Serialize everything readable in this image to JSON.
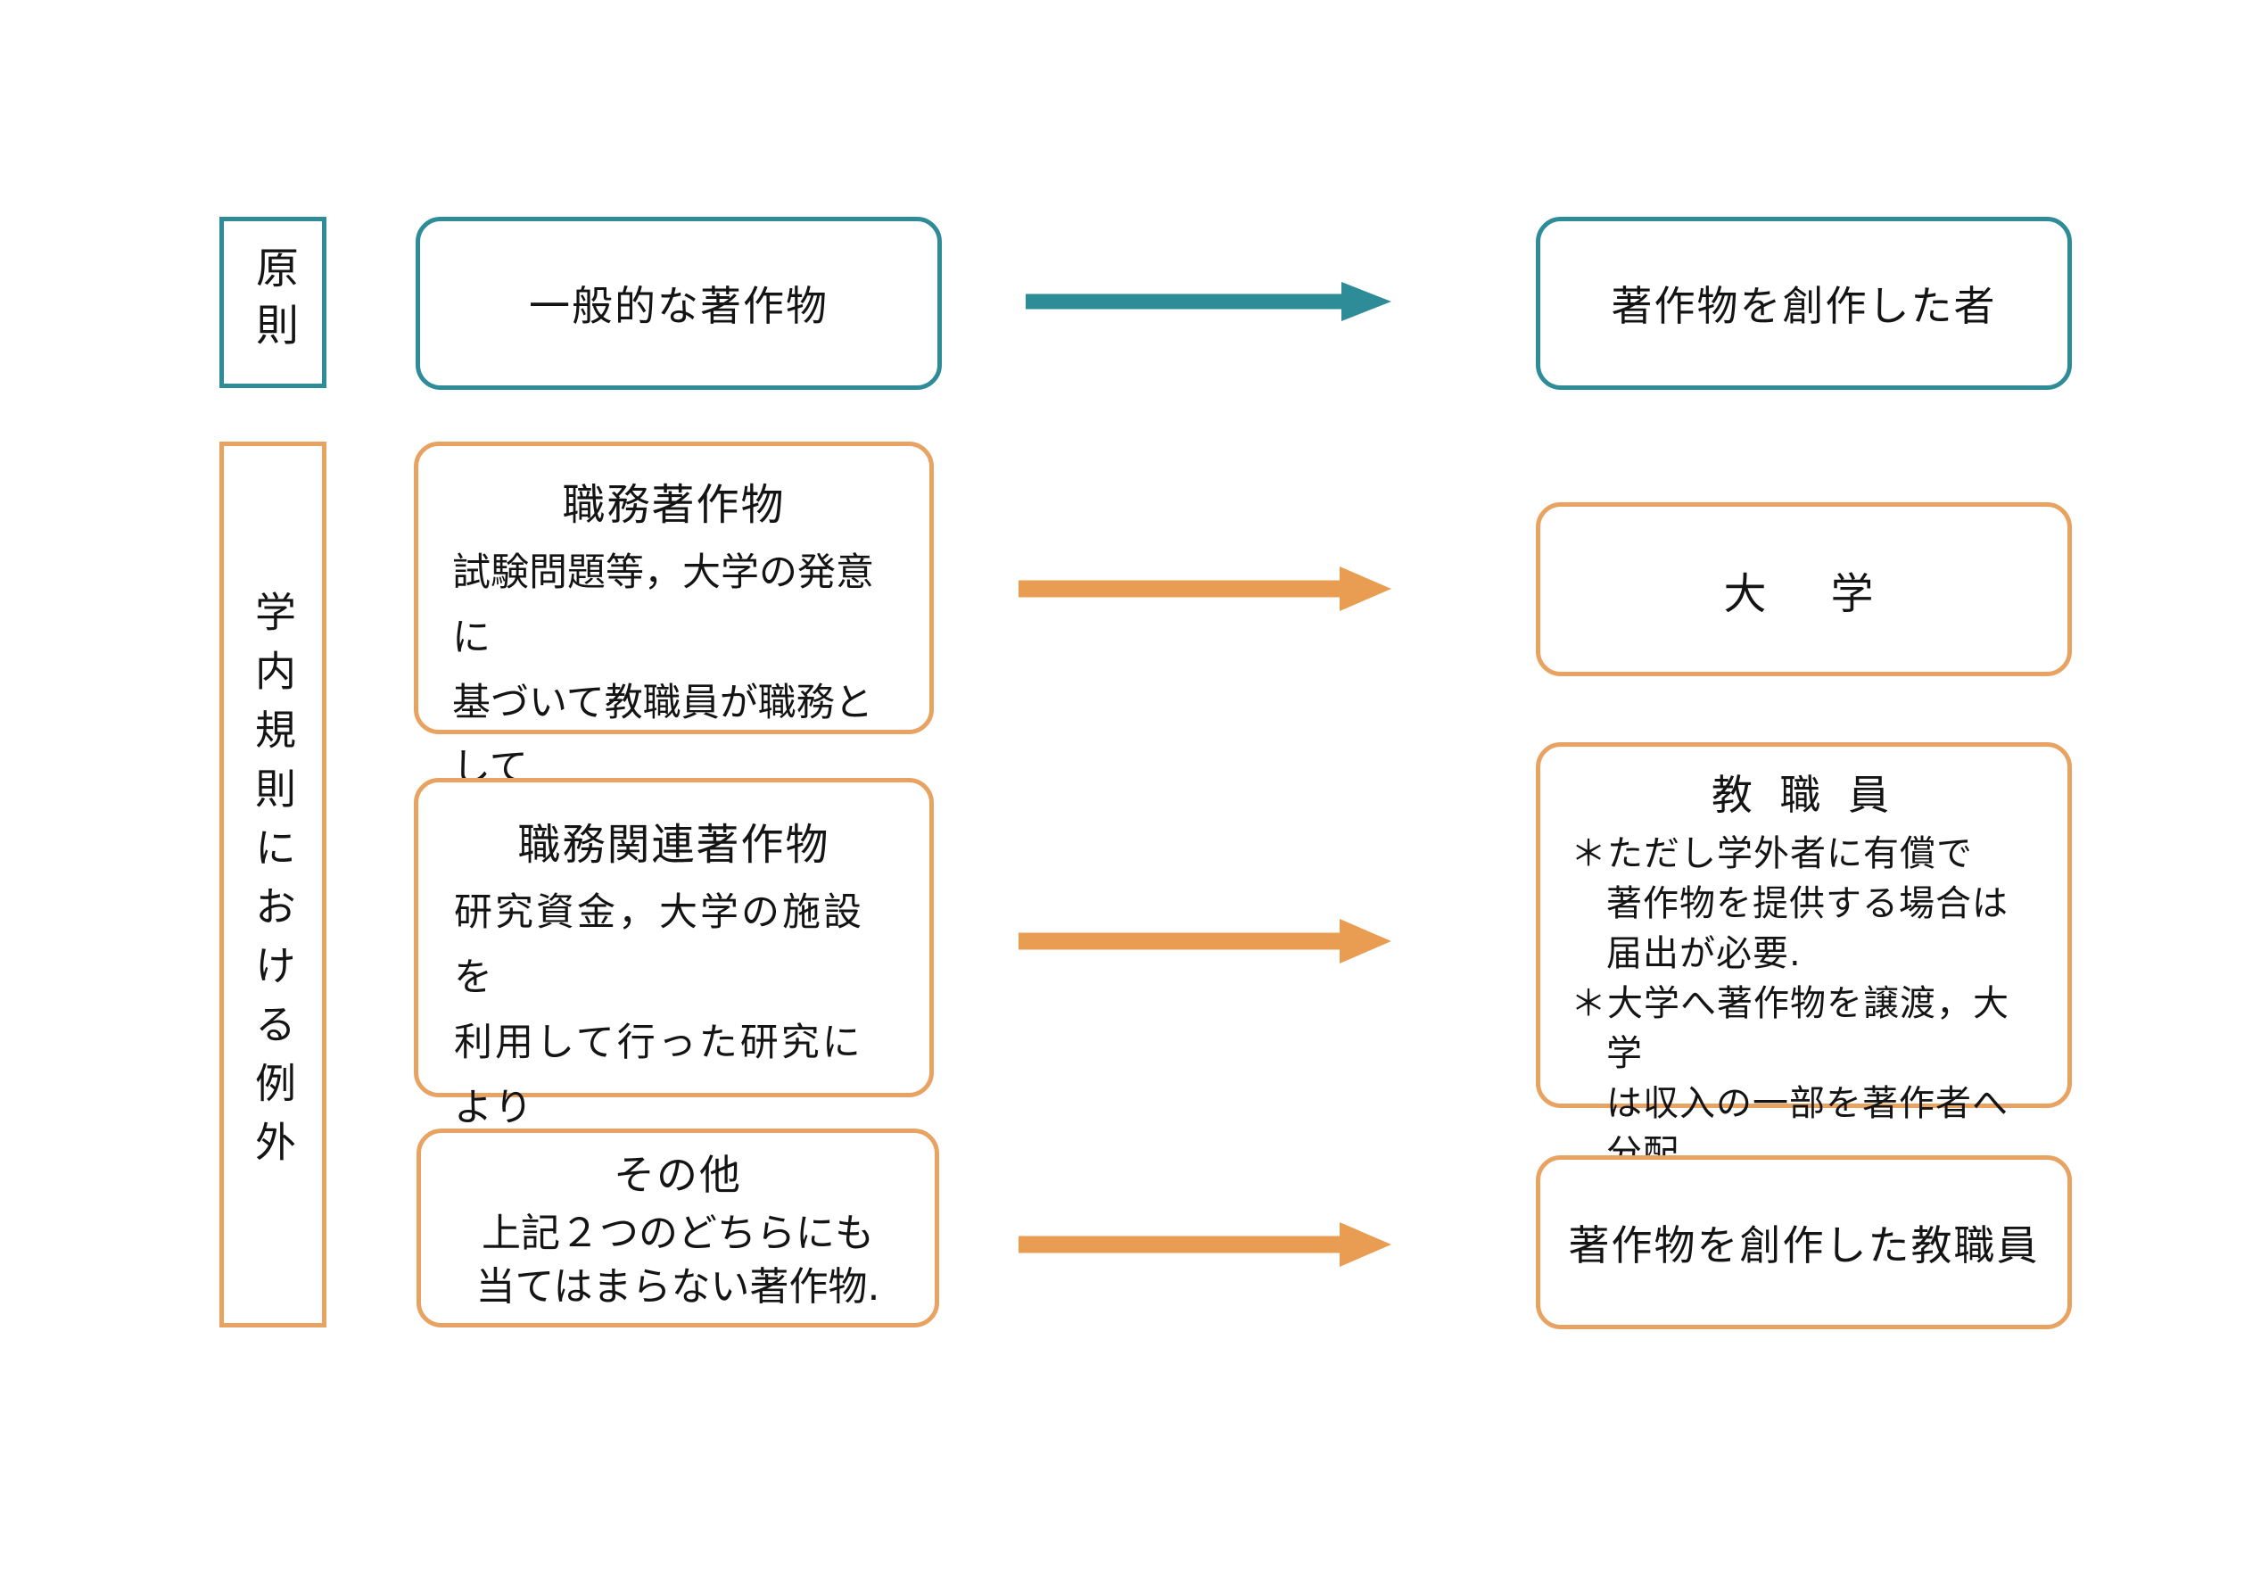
{
  "colors": {
    "teal": "#2E8B98",
    "orange_border": "#E8A261",
    "orange_arrow": "#E99D53",
    "text": "#141414",
    "background": "#FFFFFF"
  },
  "principle": {
    "label": "原則",
    "source": "一般的な著作物",
    "target": "著作物を創作した者"
  },
  "exception": {
    "label": "学内規則における例外",
    "rows": [
      {
        "title": "職務著作物",
        "body": "試験問題等，大学の発意に\n基づいて教職員が職務として\n作成する著作物.",
        "target": "大　学"
      },
      {
        "title": "職務関連著作物",
        "body": "研究資金，大学の施設を\n利用して行った研究により\n教職員が作成する著作物.",
        "target": "教 職 員",
        "notes": [
          "＊ただし学外者に有償で\n著作物を提供する場合は\n届出が必要.",
          "＊大学へ著作物を譲渡，大学\nは収入の一部を著作者へ\n分配."
        ]
      },
      {
        "title": "その他",
        "body": "上記２つのどちらにも\n当てはまらない著作物.",
        "target": "著作物を創作した教職員"
      }
    ]
  }
}
